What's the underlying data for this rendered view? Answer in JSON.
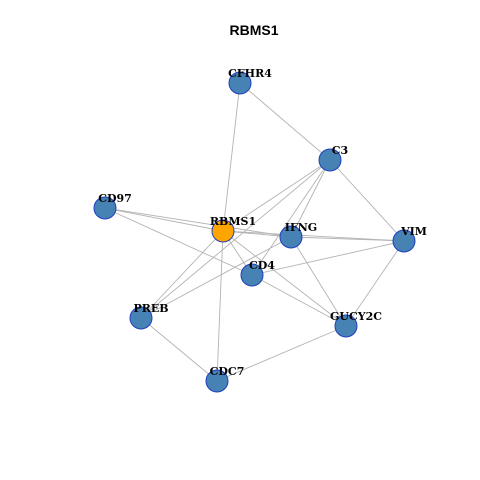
{
  "title": "RBMS1",
  "colors": {
    "highlight_node": "#FFA500",
    "default_node": "#4682B4",
    "node_border": "#1F3FBF",
    "edge": "#B3B3B3"
  },
  "nodes": [
    {
      "id": "CFHR4",
      "label": "CFHR4",
      "highlight": false
    },
    {
      "id": "C3",
      "label": "C3",
      "highlight": false
    },
    {
      "id": "CD97",
      "label": "CD97",
      "highlight": false
    },
    {
      "id": "RBMS1",
      "label": "RBMS1",
      "highlight": true
    },
    {
      "id": "IFNG",
      "label": "IFNG",
      "highlight": false
    },
    {
      "id": "VIM",
      "label": "VIM",
      "highlight": false
    },
    {
      "id": "CD4",
      "label": "CD4",
      "highlight": false
    },
    {
      "id": "PREB",
      "label": "PREB",
      "highlight": false
    },
    {
      "id": "GUCY2C",
      "label": "GUCY2C",
      "highlight": false
    },
    {
      "id": "CDC7",
      "label": "CDC7",
      "highlight": false
    }
  ],
  "edges": [
    [
      "CFHR4",
      "C3"
    ],
    [
      "CFHR4",
      "RBMS1"
    ],
    [
      "C3",
      "RBMS1"
    ],
    [
      "C3",
      "VIM"
    ],
    [
      "C3",
      "IFNG"
    ],
    [
      "C3",
      "CD4"
    ],
    [
      "C3",
      "PREB"
    ],
    [
      "CD97",
      "RBMS1"
    ],
    [
      "CD97",
      "IFNG"
    ],
    [
      "CD97",
      "CD4"
    ],
    [
      "RBMS1",
      "IFNG"
    ],
    [
      "RBMS1",
      "VIM"
    ],
    [
      "RBMS1",
      "CD4"
    ],
    [
      "RBMS1",
      "PREB"
    ],
    [
      "RBMS1",
      "CDC7"
    ],
    [
      "RBMS1",
      "GUCY2C"
    ],
    [
      "IFNG",
      "VIM"
    ],
    [
      "IFNG",
      "PREB"
    ],
    [
      "IFNG",
      "GUCY2C"
    ],
    [
      "VIM",
      "CD4"
    ],
    [
      "VIM",
      "GUCY2C"
    ],
    [
      "CD4",
      "GUCY2C"
    ],
    [
      "PREB",
      "CDC7"
    ],
    [
      "CDC7",
      "GUCY2C"
    ]
  ]
}
